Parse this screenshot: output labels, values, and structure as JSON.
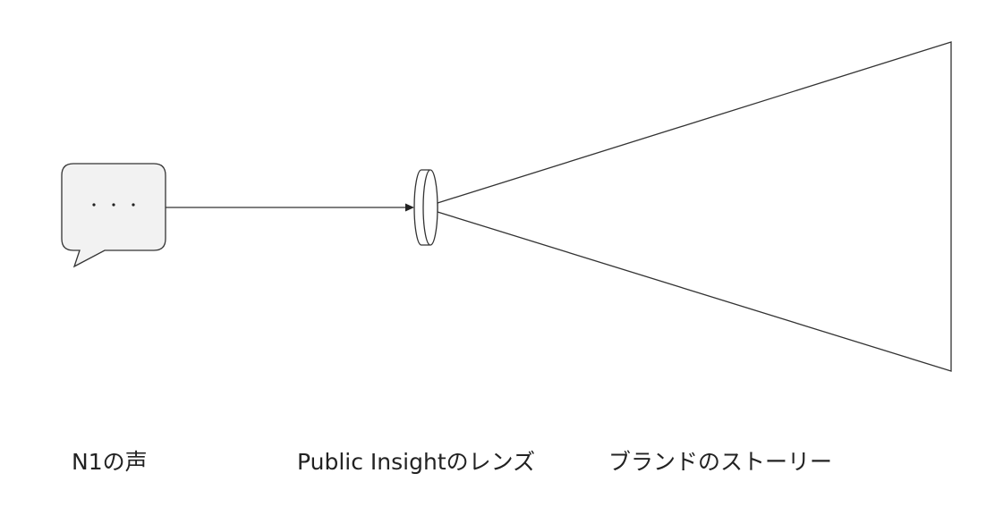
{
  "diagram": {
    "nodes": [
      {
        "id": "speech-bubble",
        "shape": "speech-bubble",
        "content": "· · ·",
        "fill": "#f2f2f2",
        "stroke": "#333333"
      },
      {
        "id": "lens",
        "shape": "cylinder-horizontal",
        "fill": "#ffffff",
        "stroke": "#333333"
      },
      {
        "id": "story-triangle",
        "shape": "triangle-opening-right",
        "fill": "#ffffff",
        "stroke": "#333333"
      }
    ],
    "edges": [
      {
        "from": "speech-bubble",
        "to": "lens",
        "type": "arrow"
      }
    ]
  },
  "labels": {
    "voice": "N1の声",
    "lens": "Public Insightのレンズ",
    "story": "ブランドのストーリー"
  },
  "bubble": {
    "dots": "·  ·  ·"
  },
  "colors": {
    "stroke": "#333333",
    "bubble_fill": "#f2f2f2",
    "text": "#222222"
  }
}
